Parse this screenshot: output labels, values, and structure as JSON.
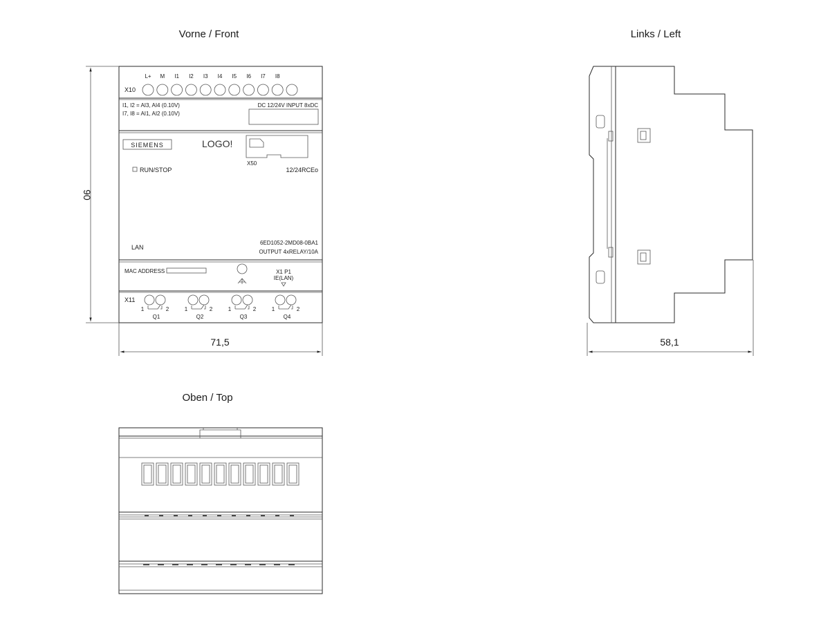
{
  "views": {
    "front": {
      "title": "Vorne / Front"
    },
    "left": {
      "title": "Links / Left"
    },
    "top": {
      "title": "Oben / Top"
    }
  },
  "front": {
    "x10_label": "X10",
    "input_terminals": [
      "L+",
      "M",
      "I1",
      "I2",
      "I3",
      "I4",
      "I5",
      "I6",
      "I7",
      "I8"
    ],
    "analog_note_1": "I1, I2 = AI3, AI4 (0.10V)",
    "analog_note_2": "I7, I8 = AI1, AI2 (0.10V)",
    "input_spec": "DC 12/24V  INPUT 8xDC",
    "brand": "SIEMENS",
    "logo": "LOGO!",
    "x50_label": "X50",
    "run_stop": "RUN/STOP",
    "variant": "12/24RCEo",
    "lan": "LAN",
    "order_number": "6ED1052-2MD08-0BA1",
    "output_spec": "OUTPUT 4xRELAY/10A",
    "mac_address": "MAC ADDRESS",
    "port_label": "X1 P1",
    "port_type": "IE(LAN)",
    "x11_label": "X11",
    "relay_outputs": [
      "Q1",
      "Q2",
      "Q3",
      "Q4"
    ],
    "contact_1": "1",
    "contact_2": "2"
  },
  "dimensions": {
    "height": "90",
    "width": "71,5",
    "depth": "58,1"
  }
}
